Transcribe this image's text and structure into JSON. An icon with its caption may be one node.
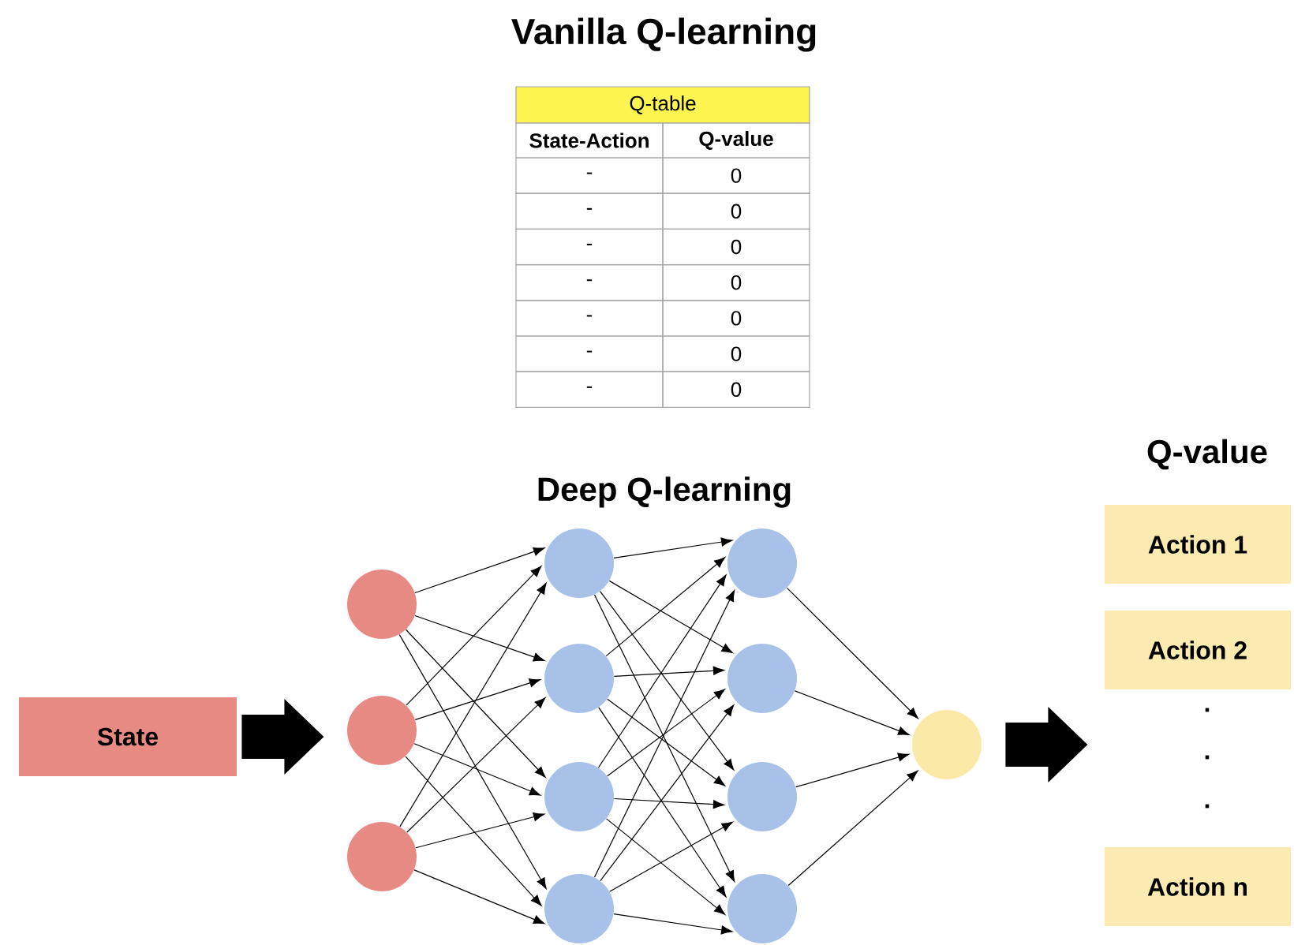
{
  "diagram": {
    "title": "Vanilla Q-learning",
    "nodes": [
      {
        "text": [
          "State"
        ]
      },
      {
        "text": [],
        "shape": "circle"
      },
      {
        "text": [],
        "shape": "circle"
      },
      {
        "text": [],
        "shape": "circle"
      },
      {
        "text": [],
        "shape": "circle"
      },
      {
        "text": [],
        "shape": "circle"
      },
      {
        "text": [],
        "shape": "circle"
      },
      {
        "text": [],
        "shape": "circle"
      },
      {
        "text": [],
        "shape": "circle"
      },
      {
        "text": [],
        "shape": "circle"
      },
      {
        "text": [],
        "shape": "circle"
      },
      {
        "text": [],
        "shape": "circle"
      },
      {
        "text": [],
        "shape": "circle"
      },
      {
        "text": [
          "Action 1"
        ]
      },
      {
        "text": [
          "Action 2"
        ]
      },
      {
        "text": [
          "Action n"
        ]
      }
    ],
    "edges": [
      {
        "from": 0,
        "to": null,
        "arrow": "to",
        "style": "thick"
      },
      {
        "from": 1,
        "to": 4,
        "arrow": "to"
      },
      {
        "from": 1,
        "to": 5,
        "arrow": "to"
      },
      {
        "from": 1,
        "to": 6,
        "arrow": "to"
      },
      {
        "from": 1,
        "to": 7,
        "arrow": "to"
      },
      {
        "from": 2,
        "to": 4,
        "arrow": "to"
      },
      {
        "from": 2,
        "to": 5,
        "arrow": "to"
      },
      {
        "from": 2,
        "to": 6,
        "arrow": "to"
      },
      {
        "from": 2,
        "to": 7,
        "arrow": "to"
      },
      {
        "from": 3,
        "to": 4,
        "arrow": "to"
      },
      {
        "from": 3,
        "to": 5,
        "arrow": "to"
      },
      {
        "from": 3,
        "to": 6,
        "arrow": "to"
      },
      {
        "from": 3,
        "to": 7,
        "arrow": "to"
      },
      {
        "from": 4,
        "to": 8,
        "arrow": "to"
      },
      {
        "from": 4,
        "to": 9,
        "arrow": "to"
      },
      {
        "from": 4,
        "to": 10,
        "arrow": "to"
      },
      {
        "from": 4,
        "to": 11,
        "arrow": "to"
      },
      {
        "from": 5,
        "to": 8,
        "arrow": "to"
      },
      {
        "from": 5,
        "to": 9,
        "arrow": "to"
      },
      {
        "from": 5,
        "to": 10,
        "arrow": "to"
      },
      {
        "from": 5,
        "to": 11,
        "arrow": "to"
      },
      {
        "from": 6,
        "to": 8,
        "arrow": "to"
      },
      {
        "from": 6,
        "to": 9,
        "arrow": "to"
      },
      {
        "from": 6,
        "to": 10,
        "arrow": "to"
      },
      {
        "from": 6,
        "to": 11,
        "arrow": "to"
      },
      {
        "from": 7,
        "to": 8,
        "arrow": "to"
      },
      {
        "from": 7,
        "to": 9,
        "arrow": "to"
      },
      {
        "from": 7,
        "to": 10,
        "arrow": "to"
      },
      {
        "from": 7,
        "to": 11,
        "arrow": "to"
      },
      {
        "from": 8,
        "to": 12,
        "arrow": "to"
      },
      {
        "from": 9,
        "to": 12,
        "arrow": "to"
      },
      {
        "from": 10,
        "to": 12,
        "arrow": "to"
      },
      {
        "from": 11,
        "to": 12,
        "arrow": "to"
      },
      {
        "from": 12,
        "to": null,
        "arrow": "to",
        "style": "thick"
      }
    ],
    "labels": [
      "Q-table",
      "State-Action",
      "Q-value",
      "-",
      "0",
      "-",
      "0",
      "-",
      "0",
      "-",
      "0",
      "-",
      "0",
      "-",
      "0",
      "-",
      "0",
      "Q-value",
      "Deep Q-learning",
      ".",
      ".",
      "."
    ]
  }
}
